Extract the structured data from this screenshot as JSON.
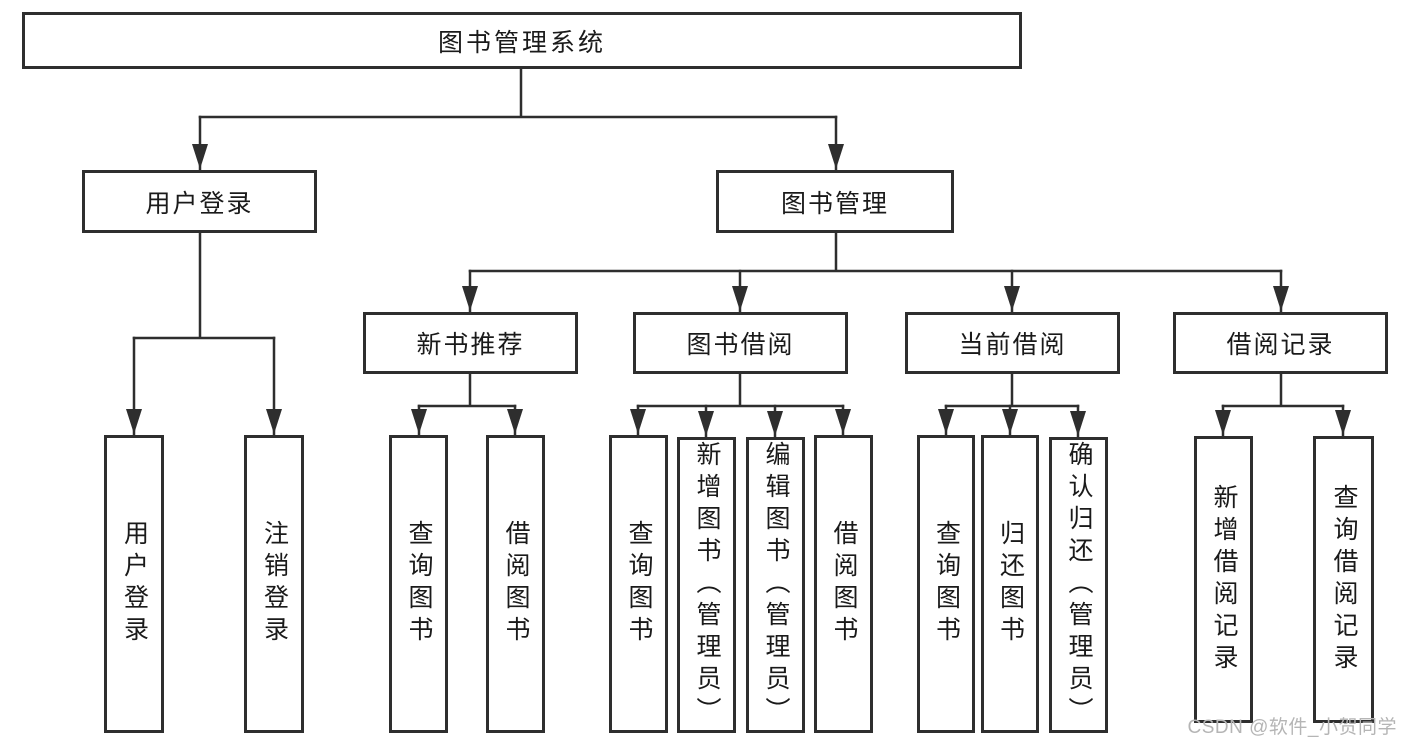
{
  "page": {
    "background": "#ffffff",
    "watermark": "CSDN @软件_小贺同学",
    "colors": {
      "line": "#2e2e2e",
      "box_border": "#2e2e2e",
      "text": "#1a1a1a",
      "watermark": "#b5b5b5"
    }
  },
  "tree": {
    "label": "图书管理系统",
    "children": [
      {
        "label": "用户登录",
        "children": [
          {
            "label": "用户登录"
          },
          {
            "label": "注销登录"
          }
        ]
      },
      {
        "label": "图书管理",
        "children": [
          {
            "label": "新书推荐",
            "children": [
              {
                "label": "查询图书"
              },
              {
                "label": "借阅图书"
              }
            ]
          },
          {
            "label": "图书借阅",
            "children": [
              {
                "label": "查询图书"
              },
              {
                "label": "新增图书（管理员）"
              },
              {
                "label": "编辑图书（管理员）"
              },
              {
                "label": "借阅图书"
              }
            ]
          },
          {
            "label": "当前借阅",
            "children": [
              {
                "label": "查询图书"
              },
              {
                "label": "归还图书"
              },
              {
                "label": "确认归还（管理员）"
              }
            ]
          },
          {
            "label": "借阅记录",
            "children": [
              {
                "label": "新增借阅记录"
              },
              {
                "label": "查询借阅记录"
              }
            ]
          }
        ]
      }
    ]
  }
}
